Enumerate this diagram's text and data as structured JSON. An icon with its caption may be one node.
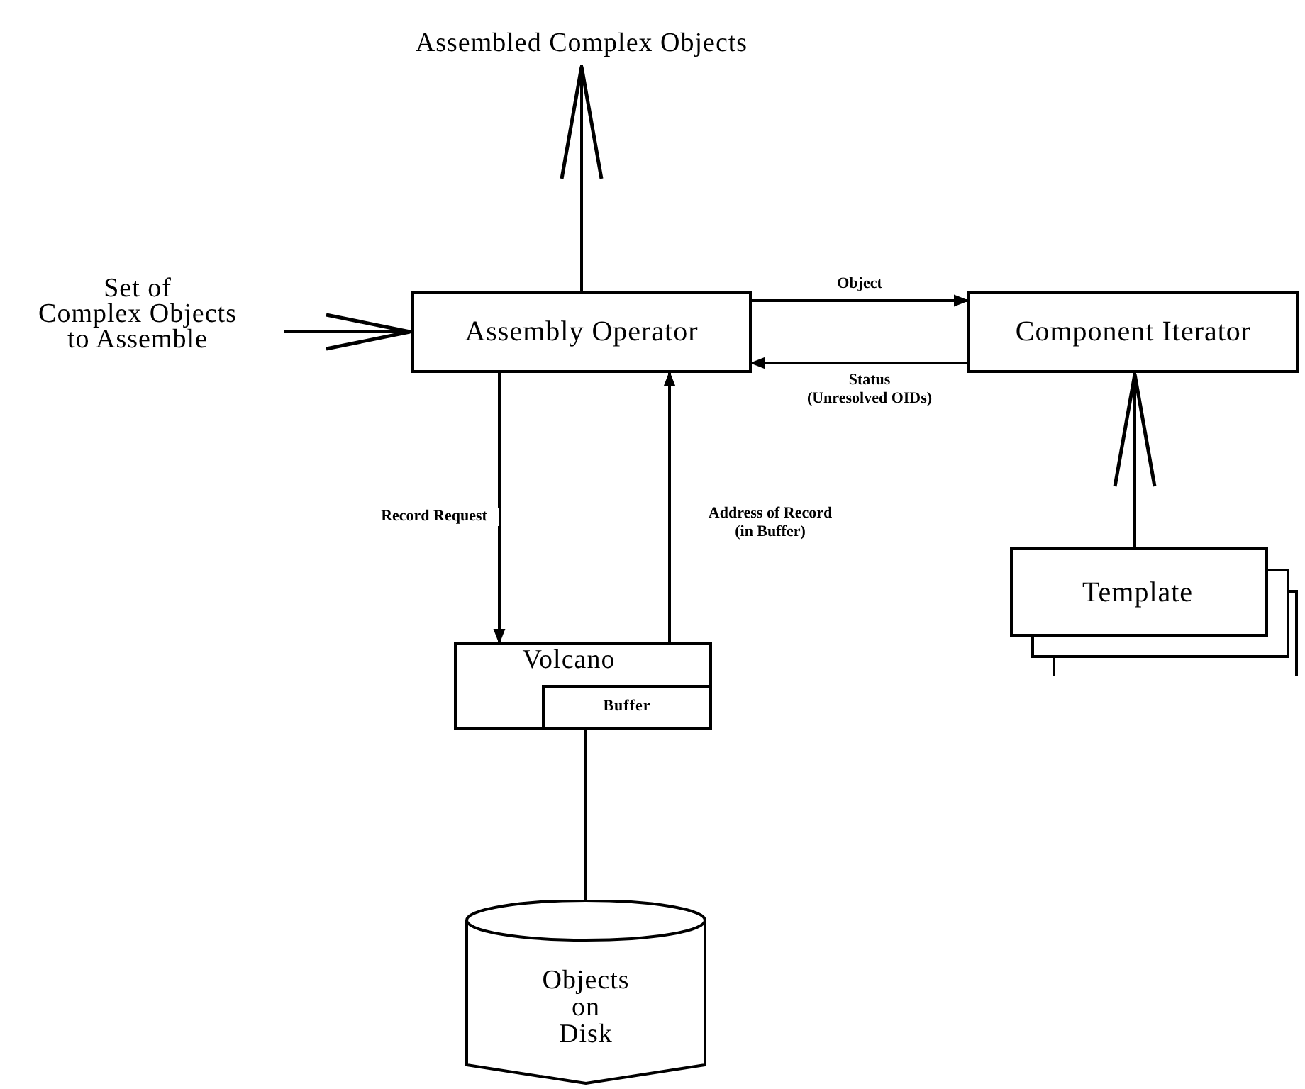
{
  "diagram": {
    "nodes": [
      {
        "text": [
          "Assembled Complex Objects"
        ]
      },
      {
        "text": [
          "Set of Complex Objects to Assemble"
        ]
      },
      {
        "text": [
          "Assembly Operator"
        ]
      },
      {
        "text": [
          "Component Iterator"
        ]
      },
      {
        "text": [
          "Volcano"
        ]
      },
      {
        "text": [
          "Buffer"
        ],
        "in": 4
      },
      {
        "text": [
          "Template"
        ]
      },
      {
        "text": [
          "Objects on Disk"
        ]
      }
    ],
    "edges": [
      {
        "from": 2,
        "to": 0,
        "arrow": "to"
      },
      {
        "from": 1,
        "to": 2,
        "arrow": "to"
      },
      {
        "from": 2,
        "to": 3,
        "arrow": "to",
        "label": "Object"
      },
      {
        "from": 3,
        "to": 2,
        "arrow": "to",
        "label": "Status (Unresolved OIDs)"
      },
      {
        "from": 2,
        "to": 4,
        "arrow": "to",
        "label": "Record Request"
      },
      {
        "from": 4,
        "to": 2,
        "arrow": "to",
        "label": "Address of Record (in Buffer)"
      },
      {
        "from": 6,
        "to": 3,
        "arrow": "to"
      },
      {
        "from": 5,
        "to": 7,
        "arrow": "none"
      }
    ]
  }
}
